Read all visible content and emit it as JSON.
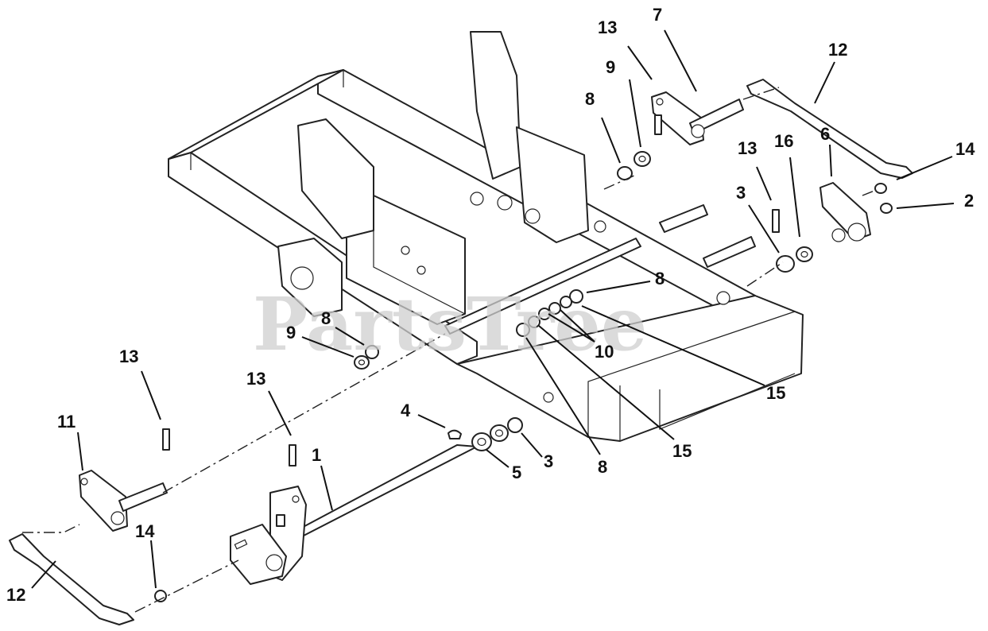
{
  "watermark": "PartsTree",
  "callouts": [
    {
      "id": "c-13a",
      "label": "13"
    },
    {
      "id": "c-7",
      "label": "7"
    },
    {
      "id": "c-12a",
      "label": "12"
    },
    {
      "id": "c-9a",
      "label": "9"
    },
    {
      "id": "c-8a",
      "label": "8"
    },
    {
      "id": "c-6",
      "label": "6"
    },
    {
      "id": "c-13b",
      "label": "13"
    },
    {
      "id": "c-16",
      "label": "16"
    },
    {
      "id": "c-14a",
      "label": "14"
    },
    {
      "id": "c-3a",
      "label": "3"
    },
    {
      "id": "c-2",
      "label": "2"
    },
    {
      "id": "c-8b",
      "label": "8"
    },
    {
      "id": "c-8c",
      "label": "8"
    },
    {
      "id": "c-9b",
      "label": "9"
    },
    {
      "id": "c-10",
      "label": "10"
    },
    {
      "id": "c-15a",
      "label": "15"
    },
    {
      "id": "c-13c",
      "label": "13"
    },
    {
      "id": "c-13d",
      "label": "13"
    },
    {
      "id": "c-4",
      "label": "4"
    },
    {
      "id": "c-11",
      "label": "11"
    },
    {
      "id": "c-1",
      "label": "1"
    },
    {
      "id": "c-3b",
      "label": "3"
    },
    {
      "id": "c-5",
      "label": "5"
    },
    {
      "id": "c-8d",
      "label": "8"
    },
    {
      "id": "c-15b",
      "label": "15"
    },
    {
      "id": "c-14b",
      "label": "14"
    },
    {
      "id": "c-12b",
      "label": "12"
    }
  ]
}
